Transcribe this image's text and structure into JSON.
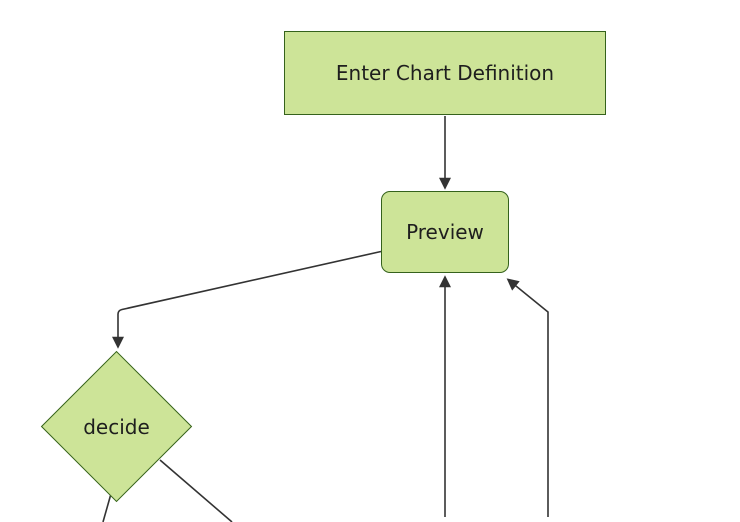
{
  "theme": {
    "canvas_bg": "#ffffff",
    "node_fill": "#cde498",
    "node_border": "#35621c",
    "edge_color": "#333333",
    "text_color": "#1e1e1e"
  },
  "diagram": {
    "type": "flowchart",
    "nodes": [
      {
        "id": "enter-chart-definition",
        "shape": "rectangle",
        "label": "Enter Chart Definition"
      },
      {
        "id": "preview",
        "shape": "rounded-rectangle",
        "label": "Preview"
      },
      {
        "id": "decide",
        "shape": "diamond",
        "label": "decide"
      }
    ],
    "edges": [
      {
        "from": "enter-chart-definition",
        "to": "preview",
        "arrowhead": true
      },
      {
        "from": "preview",
        "to": "decide",
        "arrowhead": true
      },
      {
        "from": "decide",
        "to": "offscreen-bottom-left",
        "arrowhead": false
      },
      {
        "from": "decide",
        "to": "offscreen-bottom-right",
        "arrowhead": false
      },
      {
        "from": "offscreen-bottom-left",
        "to": "preview",
        "arrowhead": true
      },
      {
        "from": "offscreen-bottom-right",
        "to": "preview",
        "arrowhead": true
      }
    ]
  }
}
